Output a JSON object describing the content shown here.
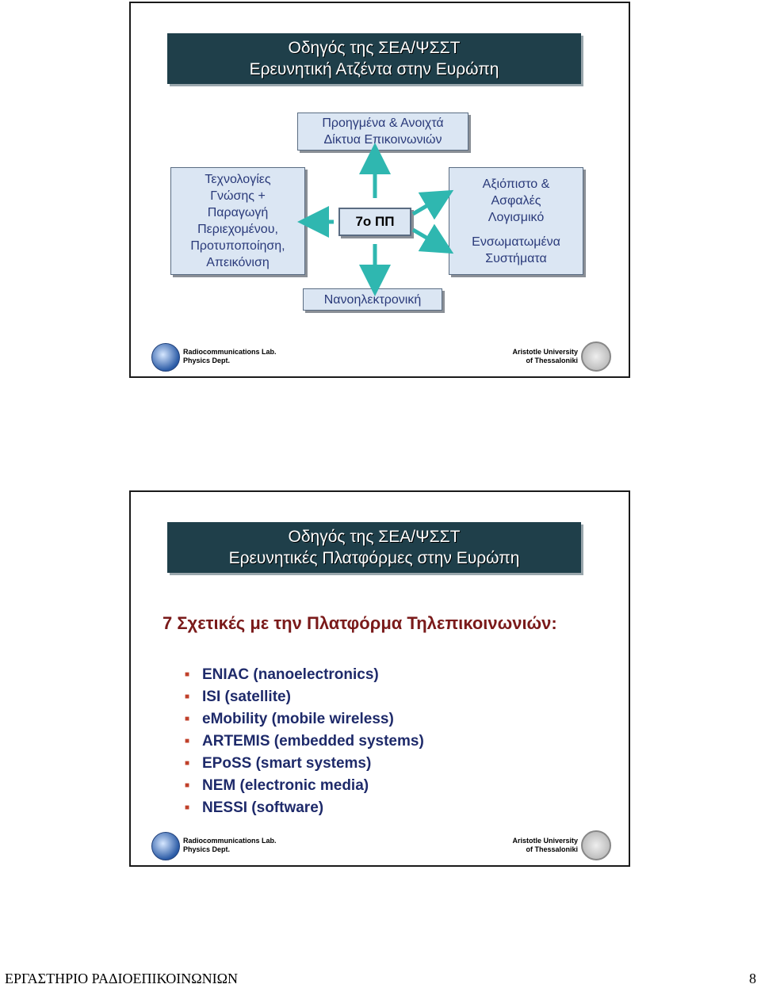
{
  "slide1": {
    "title_line1": "Οδηγός της ΣΕΑ/ΨΣΣΤ",
    "title_line2": "Ερευνητική Ατζέντα στην Ευρώπη",
    "top_box_line1": "Προηγμένα & Ανοιχτά",
    "top_box_line2": "Δίκτυα Επικοινωνιών",
    "center_box": "7ο ΠΠ",
    "left_box_lines": [
      "Τεχνολογίες",
      "Γνώσης +",
      "Παραγωγή",
      "Περιεχομένου,",
      "Προτυποποίηση,",
      "Απεικόνιση"
    ],
    "right_box_lines": [
      "Αξιόπιστο &",
      "Ασφαλές",
      "Λογισμικό",
      "Ενσωματωμένα",
      "Συστήματα"
    ],
    "bottom_box": "Νανοηλεκτρονική",
    "footer_left_line1": "Radiocommunications Lab.",
    "footer_left_line2": "Physics Dept.",
    "footer_right_line1": "Aristotle University",
    "footer_right_line2": "of Thessaloniki"
  },
  "slide2": {
    "title_line1": "Οδηγός της ΣΕΑ/ΨΣΣΤ",
    "title_line2": "Ερευνητικές Πλατφόρμες στην Ευρώπη",
    "subtitle": "7 Σχετικές με την Πλατφόρμα Τηλεπικοινωνιών:",
    "bullets": [
      "ENIAC (nanoelectronics)",
      "ISI (satellite)",
      "eMobility (mobile wireless)",
      "ARTEMIS (embedded systems)",
      "EPoSS (smart systems)",
      "NEM (electronic media)",
      "NESSI (software)"
    ],
    "footer_left_line1": "Radiocommunications Lab.",
    "footer_left_line2": "Physics Dept.",
    "footer_right_line1": "Aristotle University",
    "footer_right_line2": "of Thessaloniki"
  },
  "page_footer": {
    "lab_name": "ΕΡΓΑΣΤΗΡΙΟ ΡΑΔΙΟΕΠΙΚΟΙΝΩΝΙΩΝ",
    "page_number": "8"
  },
  "icons": {
    "bullet": "small-red-square-icon",
    "left_logo": "globe-logo-icon",
    "right_logo": "university-seal-icon"
  }
}
